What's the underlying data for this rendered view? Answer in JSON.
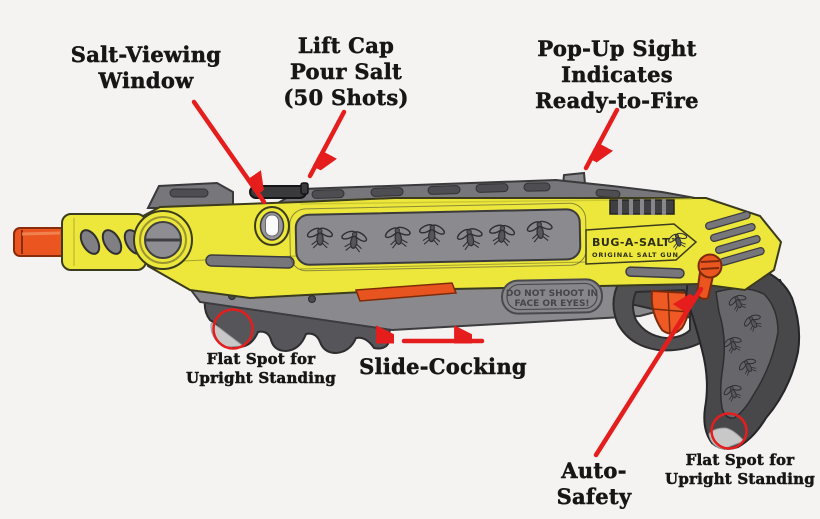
{
  "annotations": {
    "salt_viewing_window": {
      "line1": "Salt-Viewing",
      "line2": "Window"
    },
    "lift_cap": {
      "line1": "Lift Cap",
      "line2": "Pour Salt",
      "line3": "(50 Shots)"
    },
    "pop_up_sight": {
      "line1": "Pop-Up Sight",
      "line2": "Indicates",
      "line3": "Ready-to-Fire"
    },
    "flat_spot_left": {
      "line1": "Flat Spot for",
      "line2": "Upright Standing"
    },
    "slide_cocking": {
      "line1": "Slide-Cocking"
    },
    "auto_safety": {
      "line1": "Auto-",
      "line2": "Safety"
    },
    "flat_spot_right": {
      "line1": "Flat Spot for",
      "line2": "Upright Standing"
    }
  },
  "gun_markings": {
    "brand": "BUG-A-SALT™",
    "brand_sub": "ORIGINAL SALT GUN",
    "warning_line1": "DO NOT SHOOT IN",
    "warning_line2": "FACE OR EYES!"
  },
  "colors": {
    "annotation_red": "#e51d1d",
    "body_yellow": "#ece73a",
    "accent_orange": "#e8541f",
    "dark_gray": "#4a4a4d",
    "mid_gray": "#87878b",
    "rail_gray": "#77777b",
    "label_text": "#161616",
    "background": "#f4f3f1"
  }
}
